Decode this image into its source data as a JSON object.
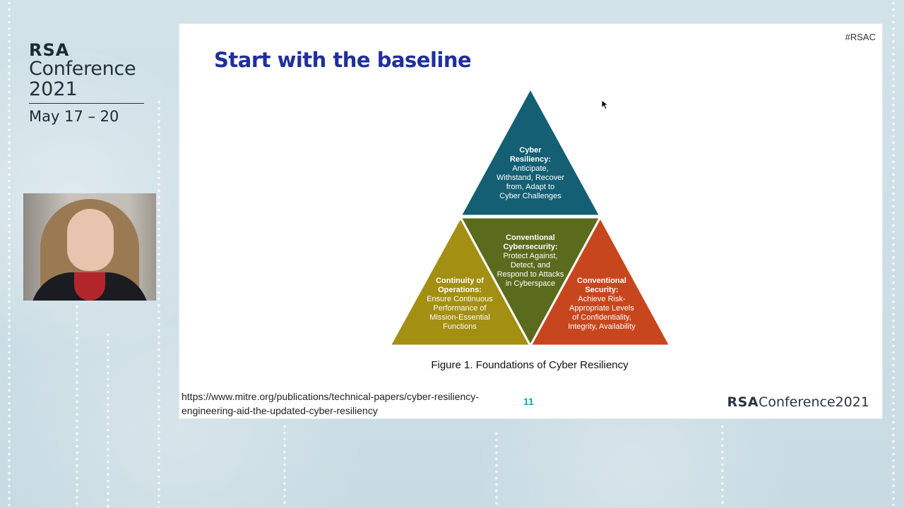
{
  "branding": {
    "rsa": "RSA",
    "conference": "Conference",
    "year": "2021",
    "dates": "May 17 – 20"
  },
  "slide": {
    "hashtag": "#RSAC",
    "title": "Start with the baseline",
    "figure_caption": "Figure 1. Foundations of Cyber Resiliency",
    "source_url": "https://www.mitre.org/publications/technical-papers/cyber-resiliency-engineering-aid-the-updated-cyber-resiliency",
    "page_number": "11",
    "footer_logo_bold": "RSA",
    "footer_logo_rest": "Conference2021",
    "pyramid": {
      "top": {
        "heading": [
          "Cyber",
          "Resiliency:"
        ],
        "body": [
          "Anticipate,",
          "Withstand, Recover",
          "from, Adapt to",
          "Cyber Challenges"
        ],
        "color": "#145f73"
      },
      "center": {
        "heading": [
          "Conventional",
          "Cybersecurity:"
        ],
        "body": [
          "Protect Against,",
          "Detect, and",
          "Respond to Attacks",
          "in Cyberspace"
        ],
        "color": "#5b6b1e"
      },
      "left": {
        "heading": [
          "Continuity of",
          "Operations:"
        ],
        "body": [
          "Ensure Continuous",
          "Performance of",
          "Mission-Essential",
          "Functions"
        ],
        "color": "#a38f12"
      },
      "right": {
        "heading": [
          "Conventional",
          "Security:"
        ],
        "body": [
          "Achieve Risk-",
          "Appropriate Levels",
          "of Confidentiality,",
          "Integrity, Availability"
        ],
        "color": "#c8461e"
      }
    }
  }
}
